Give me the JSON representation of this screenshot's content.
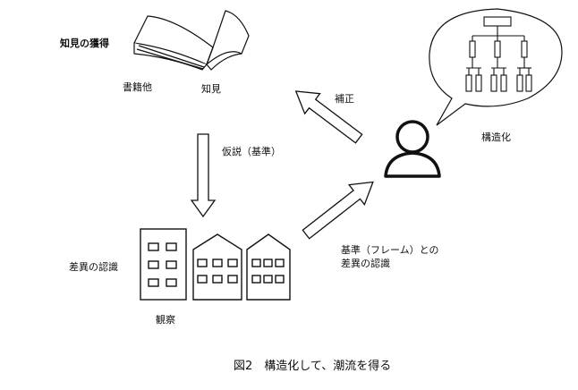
{
  "labels": {
    "knowledge_acquisition": "知見の獲得",
    "books_etc": "書籍他",
    "knowledge": "知見",
    "correction": "補正",
    "structuring": "構造化",
    "hypothesis": "仮説（基準）",
    "difference_recognition": "差異の認識",
    "frame_difference_line1": "基準（フレーム）との",
    "frame_difference_line2": "差異の認識",
    "observation": "観察"
  },
  "caption": "図2　構造化して、潮流を得る",
  "icons": {
    "book": "open-book-icon",
    "person": "person-icon",
    "thought": "thought-bubble-icon",
    "tree": "hierarchy-tree-icon",
    "buildings": "buildings-icon"
  },
  "colors": {
    "stroke": "#111111",
    "fill": "#ffffff"
  }
}
